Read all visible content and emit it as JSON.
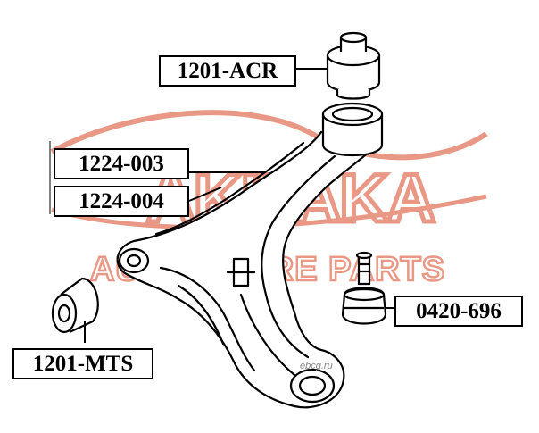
{
  "part_labels": {
    "bushing_top": "1201-ACR",
    "arm_left": "1224-003",
    "arm_right": "1224-004",
    "ball_joint": "0420-696",
    "bushing_front": "1201-MTS"
  },
  "watermark": {
    "brand": "AKITAKA",
    "tagline": "AUTO SPARE PARTS",
    "color": "#e4876f"
  },
  "copyright": "ebcg.ru"
}
